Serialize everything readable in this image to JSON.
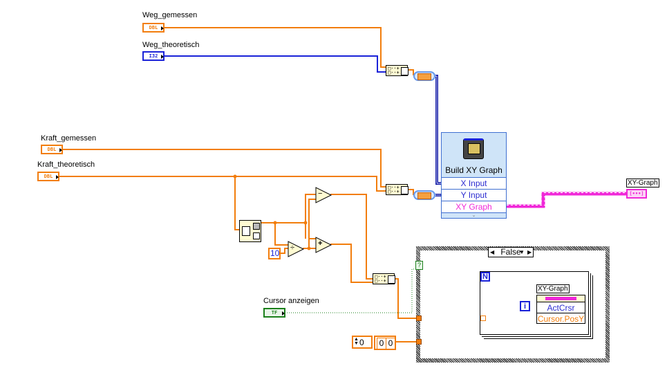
{
  "controls": {
    "weg_gemessen": {
      "label": "Weg_gemessen",
      "type": "DBL"
    },
    "weg_theoretisch": {
      "label": "Weg_theoretisch",
      "type": "I32"
    },
    "kraft_gemessen": {
      "label": "Kraft_gemessen",
      "type": "DBL"
    },
    "kraft_theoretisch": {
      "label": "Kraft_theoretisch",
      "type": "DBL"
    },
    "cursor_anzeigen": {
      "label": "Cursor anzeigen",
      "type": "TF"
    }
  },
  "build_xy": {
    "title": "Build XY Graph",
    "rows": [
      "X Input",
      "Y Input",
      "XY Graph"
    ]
  },
  "indicator": {
    "label": "XY-Graph",
    "type": "[•••]"
  },
  "constant_10": "10",
  "ops": {
    "subtract": "−",
    "add": "+",
    "divide": "÷"
  },
  "case_structure": {
    "selector": "False",
    "selector_left": "◀",
    "selector_right": "▶",
    "dropdown": "▼",
    "selector_terminal": "?"
  },
  "for_loop": {
    "n": "N",
    "i": "i"
  },
  "property_node": {
    "label": "XY-Graph",
    "rows": [
      "ActCrsr",
      "Cursor.PosY"
    ]
  },
  "array_const": {
    "index": "0",
    "values": [
      "0",
      "0"
    ]
  },
  "colors": {
    "dbl": "#f27d0c",
    "i32": "#1a22d8",
    "bool": "#1a7f1a",
    "cluster": "#f028d8"
  }
}
